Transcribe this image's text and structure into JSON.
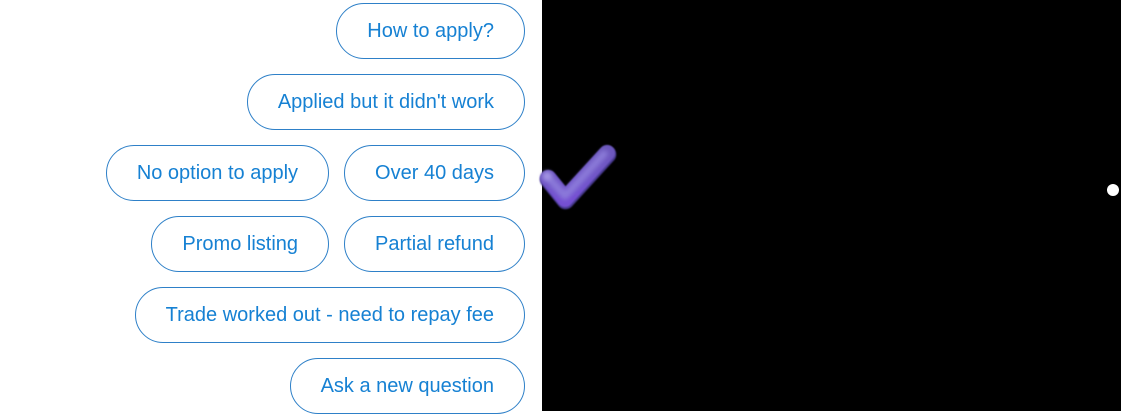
{
  "colors": {
    "page_bg": "#ffffff",
    "panel_bg": "#000000",
    "chip_text": "#1681d3",
    "chip_border": "#2e80c8",
    "check_purple_main": "#6f56c4",
    "check_purple_dark": "#4a3a92",
    "check_purple_light": "#8f80dc",
    "check_purple_highlight": "#a89ae6",
    "dot": "#ffffff"
  },
  "icons": {
    "checkmark": "purple-3d-checkmark ✔",
    "dot": "white-dot"
  },
  "quick_replies": {
    "rows": [
      {
        "buttons": [
          {
            "label": "How to apply?"
          }
        ]
      },
      {
        "buttons": [
          {
            "label": "Applied but it didn't work"
          }
        ]
      },
      {
        "buttons": [
          {
            "label": "No option to apply"
          },
          {
            "label": "Over 40 days"
          }
        ]
      },
      {
        "buttons": [
          {
            "label": "Promo listing"
          },
          {
            "label": "Partial refund"
          }
        ]
      },
      {
        "buttons": [
          {
            "label": "Trade worked out - need to repay fee"
          }
        ]
      },
      {
        "buttons": [
          {
            "label": "Ask a new question"
          }
        ]
      }
    ]
  }
}
